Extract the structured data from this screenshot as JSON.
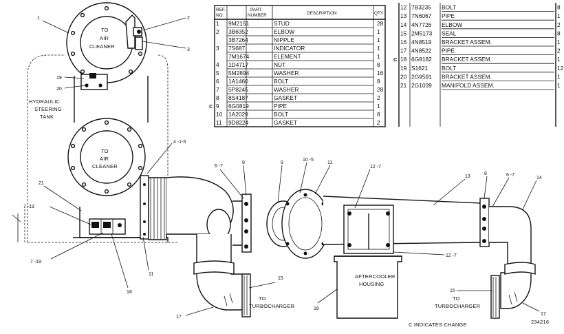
{
  "parts_table_left": {
    "headers": {
      "ref": "REF.\nNO.",
      "ref_line1": "REF.",
      "ref_line2": "NO.",
      "part_line1": "PART",
      "part_line2": "NUMBER",
      "desc": "DESCRIPTION",
      "qty": "QTY"
    },
    "rows": [
      {
        "c": "",
        "ref": "1",
        "part": "9M2151",
        "desc": "STUD",
        "qty": "28"
      },
      {
        "c": "",
        "ref": "2",
        "part": "3B6352",
        "desc": "ELBOW",
        "qty": "1"
      },
      {
        "c": "",
        "ref": "",
        "part": "3B7264",
        "desc": "NIPPLE",
        "qty": "1"
      },
      {
        "c": "",
        "ref": "3",
        "part": "7S687",
        "desc": "INDICATOR",
        "qty": "1"
      },
      {
        "c": "",
        "ref": "",
        "part": "7M1674",
        "desc": "ELEMENT",
        "qty": "1"
      },
      {
        "c": "",
        "ref": "4",
        "part": "1D4717",
        "desc": "NUT",
        "qty": "8"
      },
      {
        "c": "",
        "ref": "5",
        "part": "5M2894",
        "desc": "WASHER",
        "qty": "16"
      },
      {
        "c": "",
        "ref": "6",
        "part": "1A1460",
        "desc": "BOLT",
        "qty": "8"
      },
      {
        "c": "",
        "ref": "7",
        "part": "5P8245",
        "desc": "WASHER",
        "qty": "28"
      },
      {
        "c": "",
        "ref": "8",
        "part": "8S4187",
        "desc": "GASKET",
        "qty": "2"
      },
      {
        "c": "C",
        "ref": "9",
        "part": "6G0819",
        "desc": "PIPE",
        "qty": "1"
      },
      {
        "c": "",
        "ref": "10",
        "part": "1A2029",
        "desc": "BOLT",
        "qty": "8"
      },
      {
        "c": "",
        "ref": "11",
        "part": "9D8224",
        "desc": "GASKET",
        "qty": "2"
      }
    ]
  },
  "parts_table_right": {
    "rows": [
      {
        "c": "",
        "ref": "12",
        "part": "7B3235",
        "desc": "BOLT",
        "qty": "8"
      },
      {
        "c": "",
        "ref": "13",
        "part": "7N6067",
        "desc": "PIPE",
        "qty": "1"
      },
      {
        "c": "",
        "ref": "14",
        "part": "4N7726",
        "desc": "ELBOW",
        "qty": "2"
      },
      {
        "c": "",
        "ref": "15",
        "part": "2M5173",
        "desc": "SEAL",
        "qty": "8"
      },
      {
        "c": "",
        "ref": "16",
        "part": "4N8519",
        "desc": "BRACKET ASSEM.",
        "qty": "1"
      },
      {
        "c": "",
        "ref": "17",
        "part": "4N8522",
        "desc": "PIPE",
        "qty": "2"
      },
      {
        "c": "C",
        "ref": "18",
        "part": "6G8182",
        "desc": "BRACKET ASSEM.",
        "qty": "1"
      },
      {
        "c": "",
        "ref": "19",
        "part": "S1621",
        "desc": "BOLT",
        "qty": "12"
      },
      {
        "c": "",
        "ref": "20",
        "part": "2G9591",
        "desc": "BRACKET ASSEM.",
        "qty": "1"
      },
      {
        "c": "",
        "ref": "21",
        "part": "2G1039",
        "desc": "MANIFOLD ASSEM.",
        "qty": "1"
      }
    ]
  },
  "diagram_labels": {
    "to_air_cleaner_top": [
      "TO",
      "AIR",
      "CLEANER"
    ],
    "to_air_cleaner_mid": [
      "TO",
      "AIR",
      "CLEANER"
    ],
    "hydraulic_tank": [
      "HYDRAULIC",
      "STEERING",
      "TANK"
    ],
    "aftercooler": [
      "AFTERCOOLER",
      "HOUSING"
    ],
    "to_turbo_left": [
      "TO",
      "TURBOCHARGER"
    ],
    "to_turbo_right": [
      "TO",
      "TURBOCHARGER"
    ]
  },
  "callouts": {
    "c1": "1",
    "c2": "2",
    "c3": "3",
    "c19": "19",
    "c20": "20",
    "c4_5": "4 -1-5",
    "c21": "21",
    "c7_19_top": "7 -19",
    "c7_19_bot": "7 -19",
    "c18": "18",
    "c11_left": "11",
    "c6_7_left": "6 -7",
    "c8_left": "8",
    "c9": "9",
    "c10_5": "10 -5",
    "c11_mid": "11",
    "c12_7_top": "12 -7",
    "c12_7_bot": "12 -7",
    "c13": "13",
    "c8_right": "8",
    "c6_7_right": "6 -7",
    "c14": "14",
    "c15_left": "15",
    "c15_right": "15",
    "c16": "16",
    "c17_left": "17",
    "c17_right": "17"
  },
  "footer": {
    "c_note": "C INDICATES CHANGE",
    "drawing_number": "234216"
  }
}
